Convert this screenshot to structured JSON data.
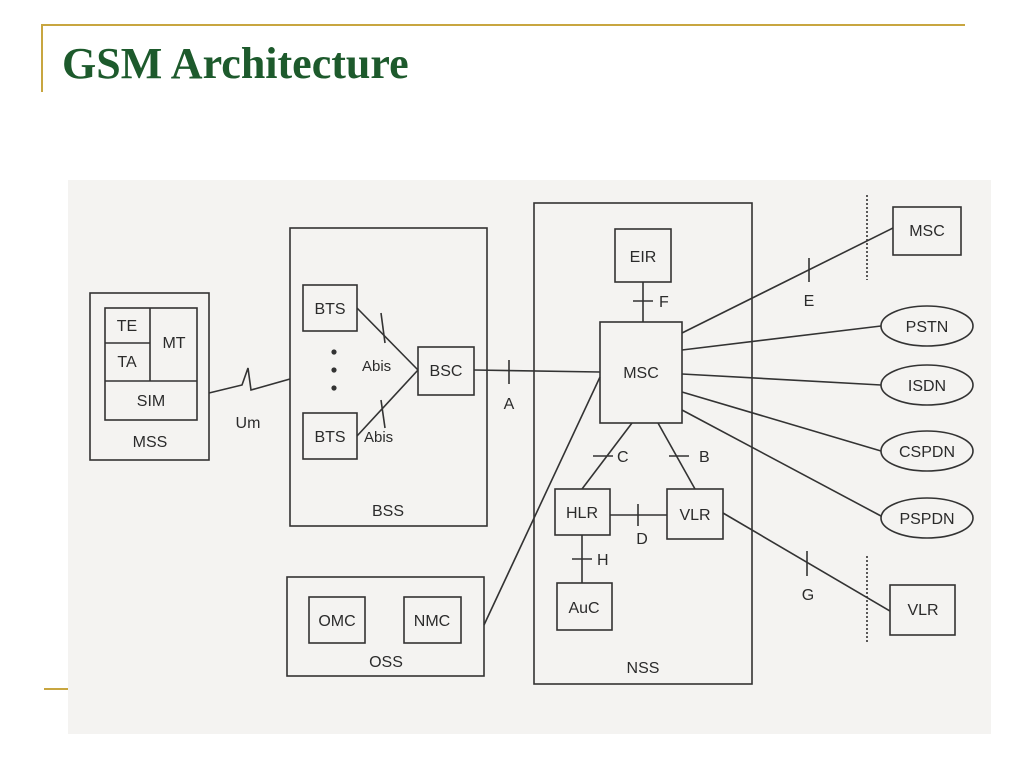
{
  "slide": {
    "title": "GSM Architecture"
  },
  "diagram": {
    "mss": {
      "te": "TE",
      "ta": "TA",
      "mt": "MT",
      "sim": "SIM",
      "label": "MSS"
    },
    "bss": {
      "bts_top": "BTS",
      "bts_bottom": "BTS",
      "bsc": "BSC",
      "abis_top": "Abis",
      "abis_bottom": "Abis",
      "label": "BSS"
    },
    "oss": {
      "omc": "OMC",
      "nmc": "NMC",
      "label": "OSS"
    },
    "nss": {
      "eir": "EIR",
      "msc": "MSC",
      "hlr": "HLR",
      "vlr": "VLR",
      "auc": "AuC",
      "label": "NSS"
    },
    "interfaces": {
      "um": "Um",
      "a": "A",
      "b": "B",
      "c": "C",
      "d": "D",
      "e": "E",
      "f": "F",
      "g": "G",
      "h": "H"
    },
    "external": {
      "msc": "MSC",
      "vlr": "VLR",
      "pstn": "PSTN",
      "isdn": "ISDN",
      "cspdn": "CSPDN",
      "pspdn": "PSPDN"
    }
  }
}
